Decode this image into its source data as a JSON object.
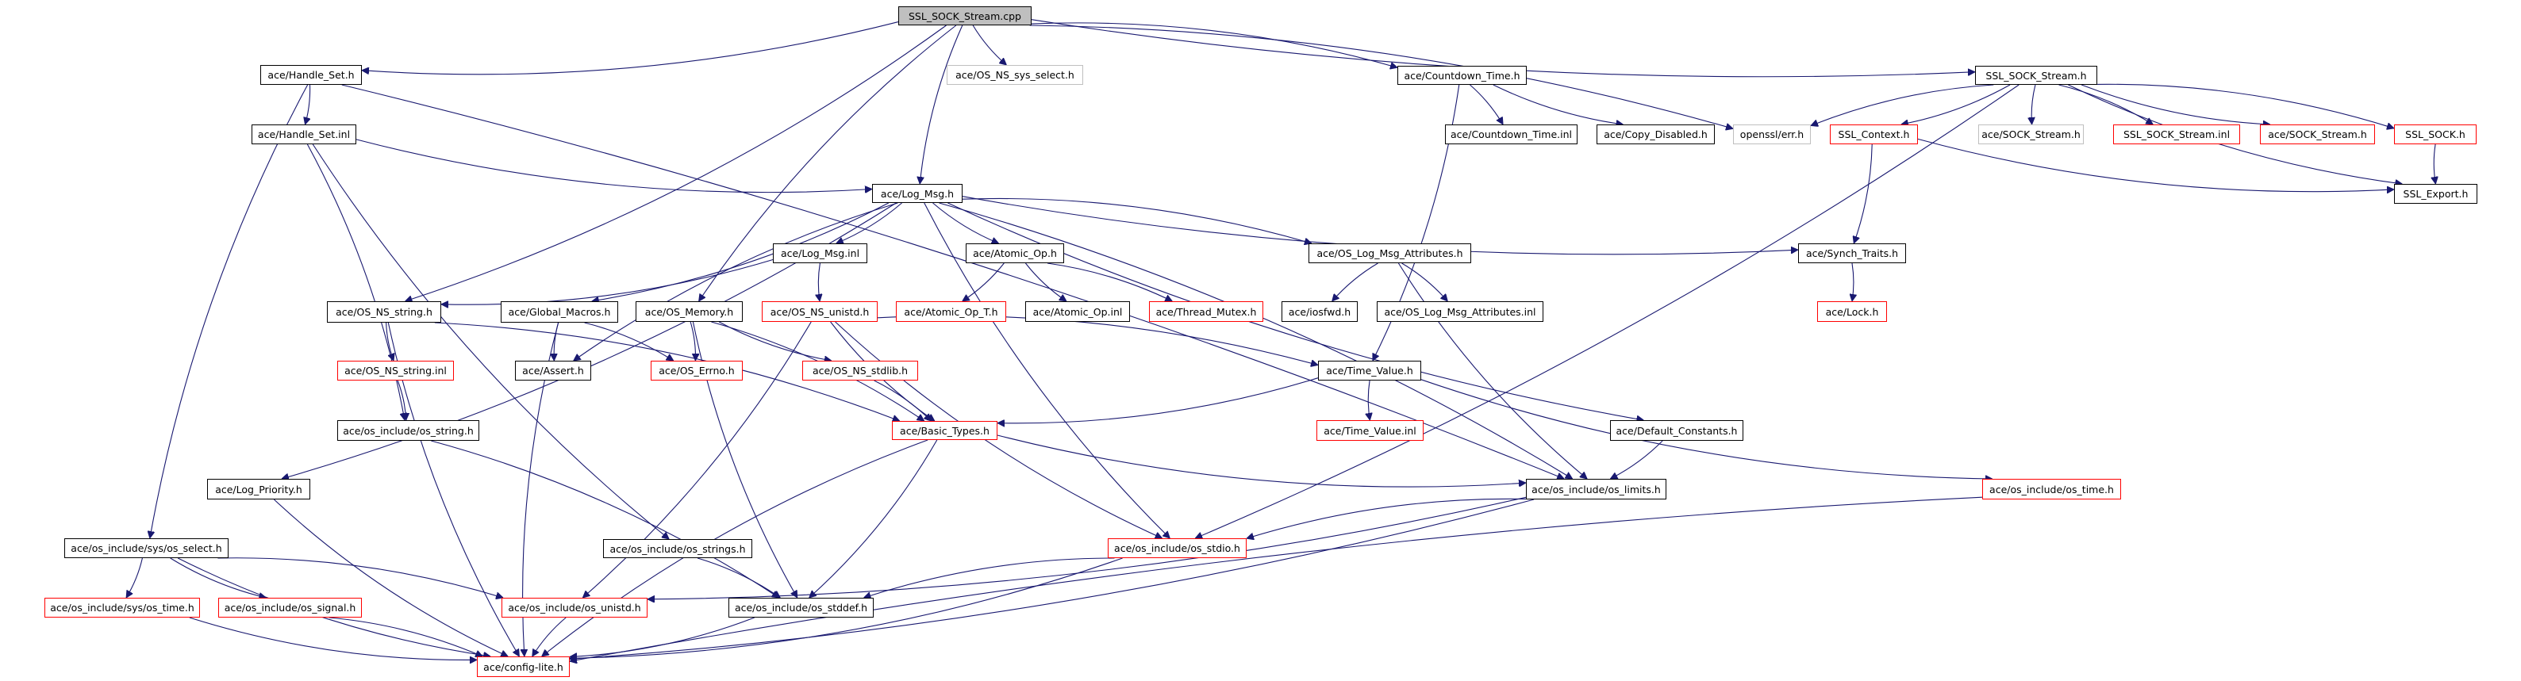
{
  "title": "SSL_SOCK_Stream.cpp include dependency graph",
  "colors": {
    "edge": "#191970",
    "documented_border": "#000000",
    "undocumented_border": "#ff0000",
    "external_border": "#bfbfbf",
    "root_fill": "#bfbfbf"
  },
  "nodes": [
    {
      "id": "root",
      "label": "SSL_SOCK_Stream.cpp",
      "kind": "root"
    },
    {
      "id": "handle_set_h",
      "label": "ace/Handle_Set.h",
      "kind": "normal"
    },
    {
      "id": "os_ns_sys_select_h",
      "label": "ace/OS_NS_sys_select.h",
      "kind": "gray"
    },
    {
      "id": "countdown_time_h",
      "label": "ace/Countdown_Time.h",
      "kind": "normal"
    },
    {
      "id": "ssl_sock_stream_h",
      "label": "SSL_SOCK_Stream.h",
      "kind": "normal"
    },
    {
      "id": "handle_set_inl",
      "label": "ace/Handle_Set.inl",
      "kind": "normal"
    },
    {
      "id": "countdown_time_inl",
      "label": "ace/Countdown_Time.inl",
      "kind": "normal"
    },
    {
      "id": "copy_disabled_h",
      "label": "ace/Copy_Disabled.h",
      "kind": "normal"
    },
    {
      "id": "openssl_err_h",
      "label": "openssl/err.h",
      "kind": "gray"
    },
    {
      "id": "ssl_context_h",
      "label": "SSL_Context.h",
      "kind": "red"
    },
    {
      "id": "ace_sock_stream_h_gray",
      "label": "ace/SOCK_Stream.h",
      "kind": "gray"
    },
    {
      "id": "ssl_sock_stream_inl",
      "label": "SSL_SOCK_Stream.inl",
      "kind": "red"
    },
    {
      "id": "ace_sock_stream_h_red",
      "label": "ace/SOCK_Stream.h",
      "kind": "red"
    },
    {
      "id": "ssl_sock_h",
      "label": "SSL_SOCK.h",
      "kind": "red"
    },
    {
      "id": "ssl_export_h",
      "label": "SSL_Export.h",
      "kind": "normal"
    },
    {
      "id": "log_msg_h",
      "label": "ace/Log_Msg.h",
      "kind": "normal"
    },
    {
      "id": "log_msg_inl",
      "label": "ace/Log_Msg.inl",
      "kind": "normal"
    },
    {
      "id": "atomic_op_h",
      "label": "ace/Atomic_Op.h",
      "kind": "normal"
    },
    {
      "id": "os_log_msg_attributes_h",
      "label": "ace/OS_Log_Msg_Attributes.h",
      "kind": "normal"
    },
    {
      "id": "synch_traits_h",
      "label": "ace/Synch_Traits.h",
      "kind": "normal"
    },
    {
      "id": "os_ns_string_h",
      "label": "ace/OS_NS_string.h",
      "kind": "normal"
    },
    {
      "id": "global_macros_h",
      "label": "ace/Global_Macros.h",
      "kind": "normal"
    },
    {
      "id": "os_memory_h",
      "label": "ace/OS_Memory.h",
      "kind": "normal"
    },
    {
      "id": "os_ns_unistd_h",
      "label": "ace/OS_NS_unistd.h",
      "kind": "red"
    },
    {
      "id": "atomic_op_t_h",
      "label": "ace/Atomic_Op_T.h",
      "kind": "red"
    },
    {
      "id": "atomic_op_inl",
      "label": "ace/Atomic_Op.inl",
      "kind": "normal"
    },
    {
      "id": "thread_mutex_h",
      "label": "ace/Thread_Mutex.h",
      "kind": "red"
    },
    {
      "id": "iosfwd_h",
      "label": "ace/iosfwd.h",
      "kind": "normal"
    },
    {
      "id": "os_log_msg_attributes_inl",
      "label": "ace/OS_Log_Msg_Attributes.inl",
      "kind": "normal"
    },
    {
      "id": "lock_h",
      "label": "ace/Lock.h",
      "kind": "red"
    },
    {
      "id": "os_ns_string_inl",
      "label": "ace/OS_NS_string.inl",
      "kind": "red"
    },
    {
      "id": "assert_h",
      "label": "ace/Assert.h",
      "kind": "normal"
    },
    {
      "id": "os_errno_h",
      "label": "ace/OS_Errno.h",
      "kind": "red"
    },
    {
      "id": "os_ns_stdlib_h",
      "label": "ace/OS_NS_stdlib.h",
      "kind": "red"
    },
    {
      "id": "time_value_h",
      "label": "ace/Time_Value.h",
      "kind": "normal"
    },
    {
      "id": "os_include_os_string_h",
      "label": "ace/os_include/os_string.h",
      "kind": "normal"
    },
    {
      "id": "basic_types_h",
      "label": "ace/Basic_Types.h",
      "kind": "red"
    },
    {
      "id": "time_value_inl",
      "label": "ace/Time_Value.inl",
      "kind": "red"
    },
    {
      "id": "default_constants_h",
      "label": "ace/Default_Constants.h",
      "kind": "normal"
    },
    {
      "id": "log_priority_h",
      "label": "ace/Log_Priority.h",
      "kind": "normal"
    },
    {
      "id": "os_limits_h",
      "label": "ace/os_include/os_limits.h",
      "kind": "normal"
    },
    {
      "id": "os_time_h",
      "label": "ace/os_include/os_time.h",
      "kind": "red"
    },
    {
      "id": "sys_os_select_h",
      "label": "ace/os_include/sys/os_select.h",
      "kind": "normal"
    },
    {
      "id": "os_strings_h",
      "label": "ace/os_include/os_strings.h",
      "kind": "normal"
    },
    {
      "id": "os_stdio_h",
      "label": "ace/os_include/os_stdio.h",
      "kind": "red"
    },
    {
      "id": "sys_os_time_h",
      "label": "ace/os_include/sys/os_time.h",
      "kind": "red"
    },
    {
      "id": "os_signal_h",
      "label": "ace/os_include/os_signal.h",
      "kind": "red"
    },
    {
      "id": "os_unistd_h",
      "label": "ace/os_include/os_unistd.h",
      "kind": "red"
    },
    {
      "id": "os_stddef_h",
      "label": "ace/os_include/os_stddef.h",
      "kind": "normal"
    },
    {
      "id": "config_lite_h",
      "label": "ace/config-lite.h",
      "kind": "red"
    }
  ],
  "edges": [
    [
      "root",
      "handle_set_h"
    ],
    [
      "root",
      "os_ns_sys_select_h"
    ],
    [
      "root",
      "countdown_time_h"
    ],
    [
      "root",
      "ssl_sock_stream_h"
    ],
    [
      "root",
      "openssl_err_h"
    ],
    [
      "root",
      "log_msg_h"
    ],
    [
      "root",
      "os_ns_string_h"
    ],
    [
      "root",
      "os_memory_h"
    ],
    [
      "handle_set_h",
      "handle_set_inl"
    ],
    [
      "handle_set_h",
      "sys_os_select_h"
    ],
    [
      "handle_set_h",
      "os_limits_h"
    ],
    [
      "handle_set_inl",
      "log_msg_h"
    ],
    [
      "handle_set_inl",
      "os_include_os_string_h"
    ],
    [
      "handle_set_inl",
      "os_strings_h"
    ],
    [
      "countdown_time_h",
      "countdown_time_inl"
    ],
    [
      "countdown_time_h",
      "copy_disabled_h"
    ],
    [
      "countdown_time_h",
      "time_value_h"
    ],
    [
      "ssl_sock_stream_h",
      "openssl_err_h"
    ],
    [
      "ssl_sock_stream_h",
      "ssl_context_h"
    ],
    [
      "ssl_sock_stream_h",
      "ace_sock_stream_h_gray"
    ],
    [
      "ssl_sock_stream_h",
      "ssl_sock_stream_inl"
    ],
    [
      "ssl_sock_stream_h",
      "ace_sock_stream_h_red"
    ],
    [
      "ssl_sock_stream_h",
      "ssl_sock_h"
    ],
    [
      "ssl_sock_stream_h",
      "ssl_export_h"
    ],
    [
      "ssl_sock_stream_h",
      "os_stdio_h"
    ],
    [
      "ssl_context_h",
      "ssl_export_h"
    ],
    [
      "ssl_context_h",
      "synch_traits_h"
    ],
    [
      "ssl_sock_h",
      "ssl_export_h"
    ],
    [
      "log_msg_h",
      "log_msg_inl"
    ],
    [
      "log_msg_h",
      "atomic_op_h"
    ],
    [
      "log_msg_h",
      "os_log_msg_attributes_h"
    ],
    [
      "log_msg_h",
      "synch_traits_h"
    ],
    [
      "log_msg_h",
      "global_macros_h"
    ],
    [
      "log_msg_h",
      "assert_h"
    ],
    [
      "log_msg_h",
      "log_priority_h"
    ],
    [
      "log_msg_h",
      "default_constants_h"
    ],
    [
      "log_msg_h",
      "os_limits_h"
    ],
    [
      "log_msg_h",
      "os_stdio_h"
    ],
    [
      "log_msg_inl",
      "os_ns_string_h"
    ],
    [
      "log_msg_inl",
      "os_ns_unistd_h"
    ],
    [
      "atomic_op_h",
      "atomic_op_t_h"
    ],
    [
      "atomic_op_h",
      "atomic_op_inl"
    ],
    [
      "atomic_op_h",
      "thread_mutex_h"
    ],
    [
      "os_log_msg_attributes_h",
      "iosfwd_h"
    ],
    [
      "os_log_msg_attributes_h",
      "os_log_msg_attributes_inl"
    ],
    [
      "os_log_msg_attributes_h",
      "os_limits_h"
    ],
    [
      "synch_traits_h",
      "lock_h"
    ],
    [
      "os_ns_string_h",
      "os_ns_string_inl"
    ],
    [
      "os_ns_string_h",
      "basic_types_h"
    ],
    [
      "os_ns_string_h",
      "config_lite_h"
    ],
    [
      "os_ns_string_inl",
      "os_include_os_string_h"
    ],
    [
      "global_macros_h",
      "assert_h"
    ],
    [
      "global_macros_h",
      "os_errno_h"
    ],
    [
      "global_macros_h",
      "config_lite_h"
    ],
    [
      "os_memory_h",
      "os_errno_h"
    ],
    [
      "os_memory_h",
      "os_ns_stdlib_h"
    ],
    [
      "os_memory_h",
      "basic_types_h"
    ],
    [
      "os_memory_h",
      "os_stddef_h"
    ],
    [
      "os_ns_unistd_h",
      "time_value_h"
    ],
    [
      "os_ns_unistd_h",
      "basic_types_h"
    ],
    [
      "os_ns_unistd_h",
      "os_unistd_h"
    ],
    [
      "os_ns_unistd_h",
      "os_stdio_h"
    ],
    [
      "os_ns_stdlib_h",
      "basic_types_h"
    ],
    [
      "time_value_h",
      "time_value_inl"
    ],
    [
      "time_value_h",
      "basic_types_h"
    ],
    [
      "time_value_h",
      "os_time_h"
    ],
    [
      "os_include_os_string_h",
      "os_stddef_h"
    ],
    [
      "basic_types_h",
      "os_limits_h"
    ],
    [
      "basic_types_h",
      "os_stddef_h"
    ],
    [
      "basic_types_h",
      "config_lite_h"
    ],
    [
      "default_constants_h",
      "os_limits_h"
    ],
    [
      "log_priority_h",
      "config_lite_h"
    ],
    [
      "os_limits_h",
      "os_unistd_h"
    ],
    [
      "os_limits_h",
      "os_stdio_h"
    ],
    [
      "os_limits_h",
      "config_lite_h"
    ],
    [
      "os_time_h",
      "config_lite_h"
    ],
    [
      "sys_os_select_h",
      "sys_os_time_h"
    ],
    [
      "sys_os_select_h",
      "os_signal_h"
    ],
    [
      "sys_os_select_h",
      "os_unistd_h"
    ],
    [
      "sys_os_select_h",
      "config_lite_h"
    ],
    [
      "os_strings_h",
      "os_stddef_h"
    ],
    [
      "os_stdio_h",
      "os_stddef_h"
    ],
    [
      "os_stdio_h",
      "config_lite_h"
    ],
    [
      "sys_os_time_h",
      "config_lite_h"
    ],
    [
      "os_signal_h",
      "config_lite_h"
    ],
    [
      "os_unistd_h",
      "config_lite_h"
    ],
    [
      "os_stddef_h",
      "config_lite_h"
    ]
  ]
}
